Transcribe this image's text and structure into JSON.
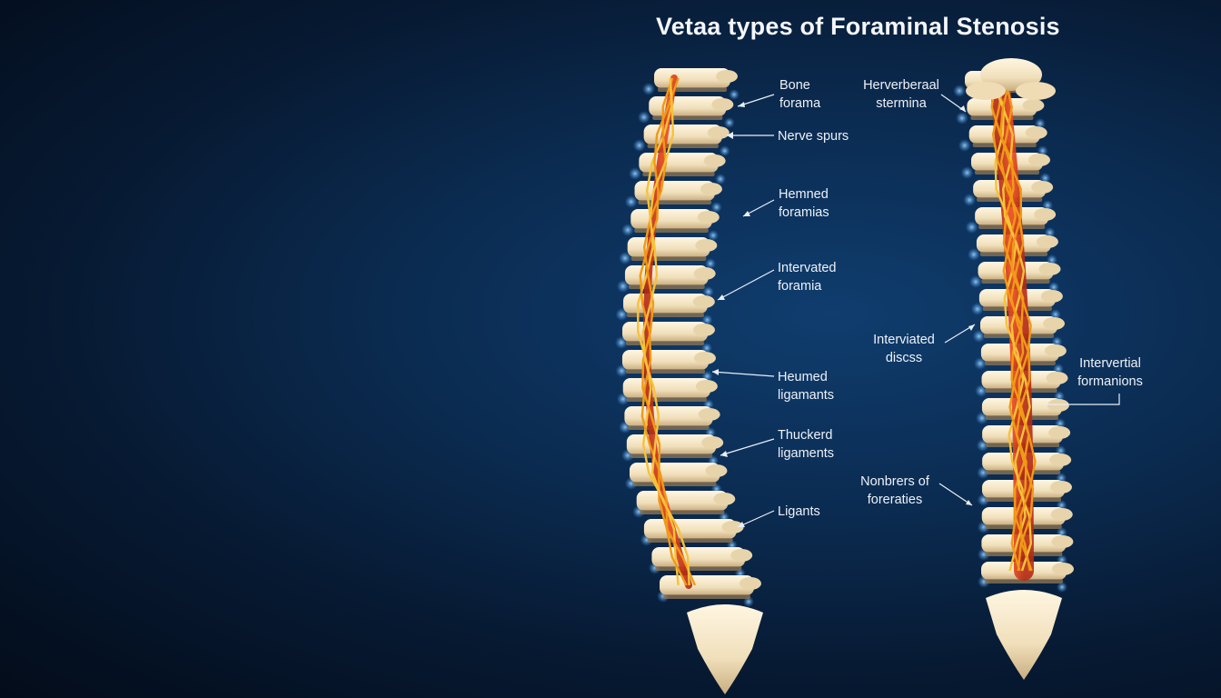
{
  "title": "Vetaa types of Foraminal Stenosis",
  "left_labels": [
    {
      "line1": "Bone",
      "line2": "forama"
    },
    {
      "line1": "Nerve spurs",
      "line2": ""
    },
    {
      "line1": "Hemned",
      "line2": "foramias"
    },
    {
      "line1": "Intervated",
      "line2": "foramia"
    },
    {
      "line1": "Heumed",
      "line2": "ligamants"
    },
    {
      "line1": "Thuckerd",
      "line2": "ligaments"
    },
    {
      "line1": "Ligants",
      "line2": ""
    }
  ],
  "right_labels": [
    {
      "line1": "Herverberaal",
      "line2": "stermina"
    },
    {
      "line1": "Interviated",
      "line2": "discss"
    },
    {
      "line1": "Intervertial",
      "line2": "formanions"
    },
    {
      "line1": "Nonbrers of",
      "line2": "foreraties"
    }
  ],
  "colors": {
    "background": "#071a33",
    "bone": "#f1e2c0",
    "nerve": "#f2a51a",
    "inflamed": "#d9381e",
    "glow": "#5fb4ff"
  }
}
